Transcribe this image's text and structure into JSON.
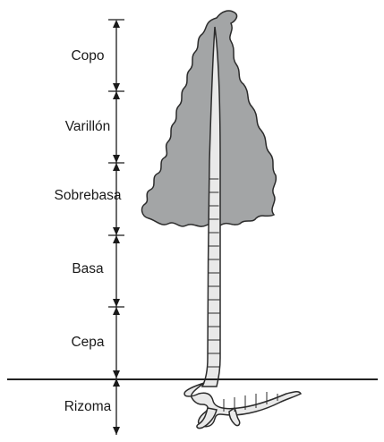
{
  "segments": [
    {
      "id": "copo",
      "label": "Copo"
    },
    {
      "id": "varillon",
      "label": "Varillón"
    },
    {
      "id": "sobrebasa",
      "label": "Sobrebasa"
    },
    {
      "id": "basa",
      "label": "Basa"
    },
    {
      "id": "cepa",
      "label": "Cepa"
    },
    {
      "id": "rizoma",
      "label": "Rizoma"
    }
  ],
  "colors": {
    "foliage": "#a3a5a6",
    "culm": "#e9e9e9",
    "outline": "#2b2b2b",
    "ground": "#222222",
    "text": "#1a1a1a"
  }
}
